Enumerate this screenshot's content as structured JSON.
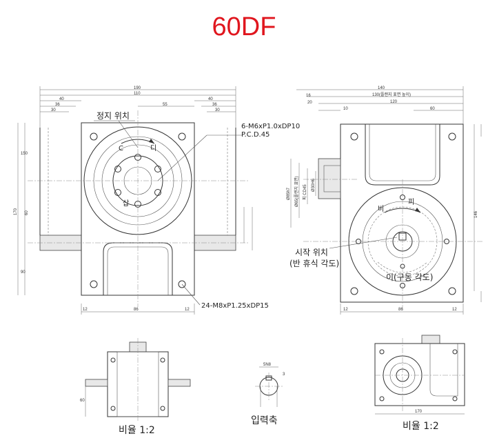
{
  "title": "60DF",
  "front_view": {
    "label_stop_position": "정지 위치",
    "label_c": "C",
    "label_d": "디",
    "label_sap": "삽",
    "callout_tap": "6-M6xP1.0xDP10",
    "callout_pcd": "P.C.D.45",
    "callout_bottom": "24-M8xP1.25xDP15",
    "dim_top_overall": "190",
    "dim_top_2": "110",
    "dim_left_40": "40",
    "dim_left_36": "36",
    "dim_left_30": "30",
    "dim_mid_55": "55",
    "dim_right_40": "40",
    "dim_right_36": "36",
    "dim_right_30": "30",
    "dim_height_170": "170",
    "dim_150": "150",
    "dim_60": "60",
    "dim_90": "90",
    "dim_bottom_12a": "12",
    "dim_bottom_86": "86",
    "dim_bottom_12b": "12"
  },
  "side_view": {
    "label_start_position": "시작 위치",
    "label_dwell_angle": "(반 휴식 각도)",
    "label_index_angle": "이(구동 각도)",
    "label_b": "비",
    "label_p": "피",
    "dim_140": "140",
    "dim_130": "130(플랜지 표면 높이)",
    "dim_16": "16",
    "dim_20": "20",
    "dim_120": "120",
    "dim_10": "10",
    "dim_60": "60",
    "dim_146": "146",
    "dim_bottom_12a": "12",
    "dim_bottom_86": "86",
    "dim_bottom_12b": "12",
    "dim_v1": "Ø85h7",
    "dim_v2": "Ø65(플랜지 표면)",
    "dim_v3": "피 CD45",
    "dim_v4": "Ø30H6"
  },
  "bottom_views": {
    "caption_left": "비율 1:2",
    "caption_mid": "입력축",
    "caption_right": "비율 1:2",
    "dim_60": "60",
    "dim_5n8": "5N8",
    "dim_3": "3",
    "dim_170": "170"
  }
}
